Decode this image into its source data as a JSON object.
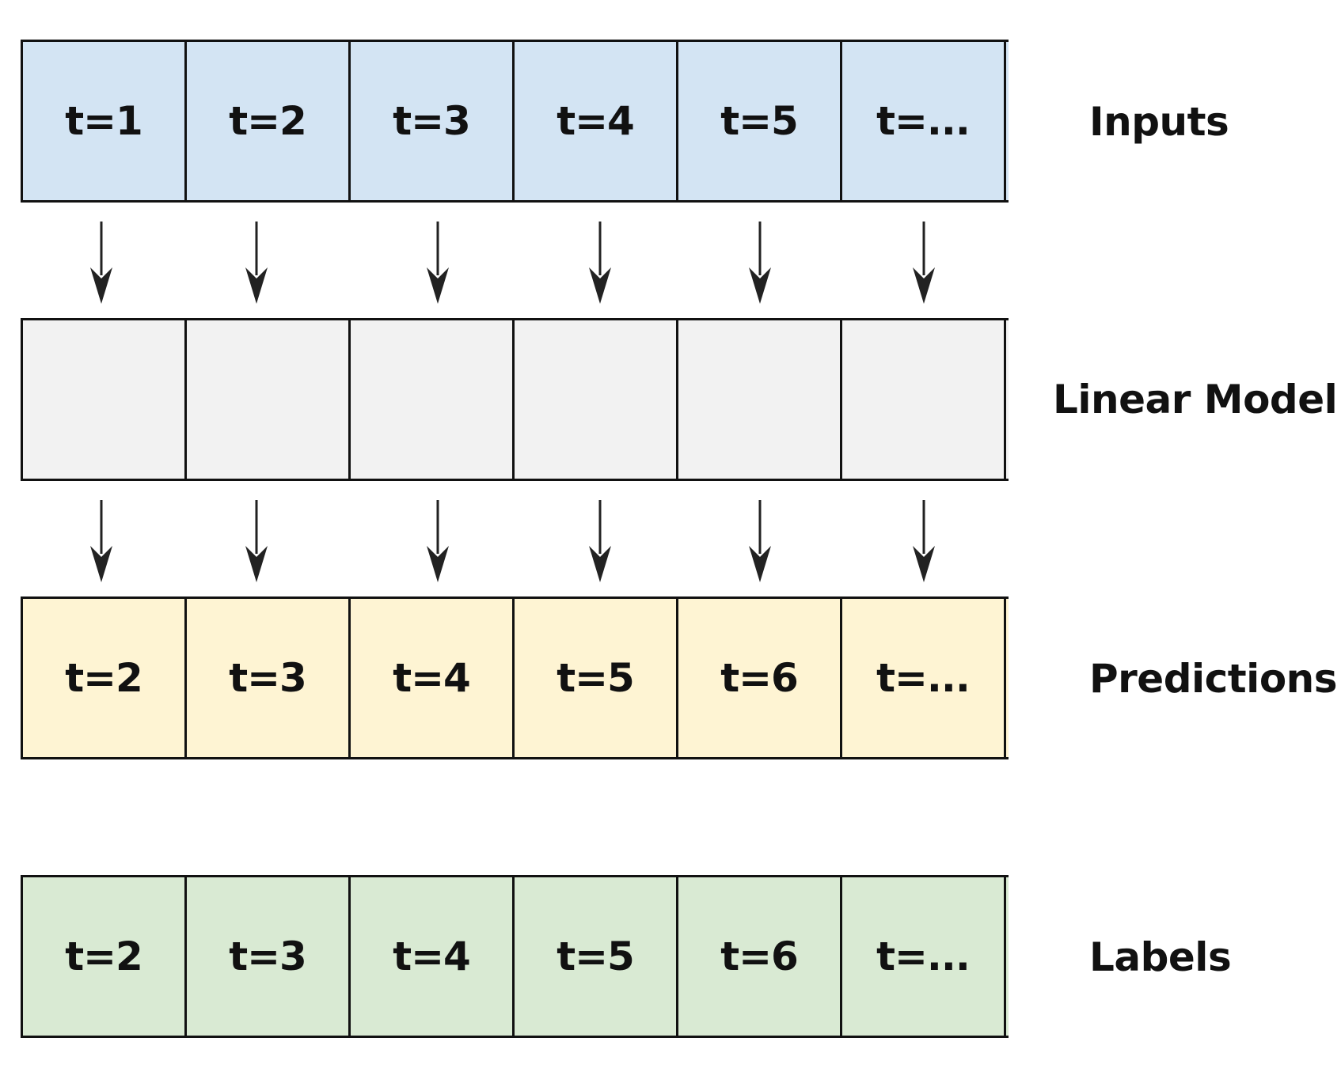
{
  "rows": [
    {
      "label": "Inputs",
      "fill": "#d3e4f3",
      "cells": [
        "t=1",
        "t=2",
        "t=3",
        "t=4",
        "t=5",
        "t=..."
      ]
    },
    {
      "label": "Linear Model",
      "fill": "#f2f2f2",
      "cells": [
        "",
        "",
        "",
        "",
        "",
        ""
      ]
    },
    {
      "label": "Predictions",
      "fill": "#fef4d3",
      "cells": [
        "t=2",
        "t=3",
        "t=4",
        "t=5",
        "t=6",
        "t=..."
      ]
    },
    {
      "label": "Labels",
      "fill": "#d9ead3",
      "cells": [
        "t=2",
        "t=3",
        "t=4",
        "t=5",
        "t=6",
        "t=..."
      ]
    }
  ],
  "colors": {
    "stroke": "#111111",
    "arrow": "#222222"
  }
}
